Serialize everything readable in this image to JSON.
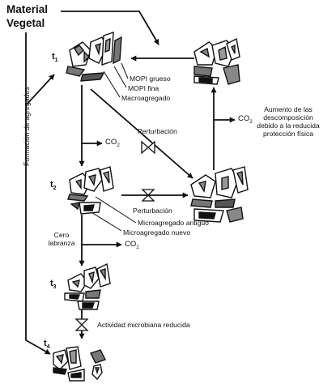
{
  "title": {
    "line1": "Material",
    "line2": "Vegetal"
  },
  "time_labels": {
    "t1_base": "t",
    "t1_sub": "1",
    "t2_base": "t",
    "t2_sub": "2",
    "t3_base": "t",
    "t3_sub": "3",
    "t4_base": "t",
    "t4_sub": "4"
  },
  "side_label": "Formación de agregados",
  "labels": {
    "mopi_grueso": "MOPI grueso",
    "mopi_fina": "MOPI fina",
    "macroagregado": "Macroagregado",
    "perturbacion_1": "Perturbación",
    "perturbacion_2": "Perturbación",
    "aumento_1": "Aumento de las",
    "aumento_2": "descomposición",
    "aumento_3": "debido a la reducida",
    "aumento_4": "protección física",
    "micro_antiguo": "Microagregado antiguo",
    "micro_nuevo": "Microagregado nuevo",
    "cero_1": "Cero",
    "cero_2": "labranza",
    "actividad": "Actividad microbiana reducida"
  },
  "co2": {
    "base": "CO",
    "sub": "2"
  }
}
